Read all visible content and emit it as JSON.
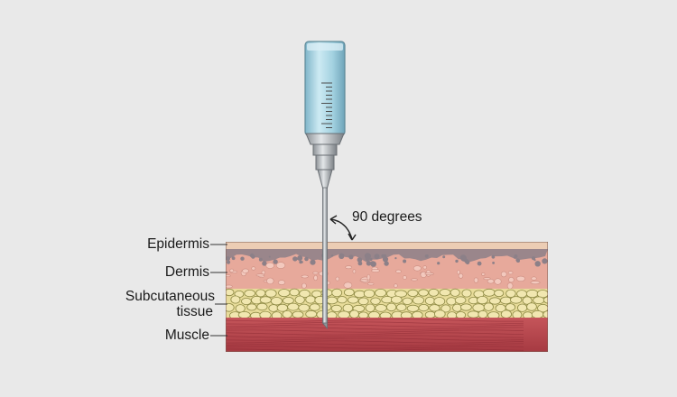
{
  "angle_label": "90 degrees",
  "layers": {
    "epidermis": "Epidermis",
    "dermis": "Dermis",
    "subcutaneous_line1": "Subcutaneous",
    "subcutaneous_line2": "tissue",
    "muscle": "Muscle"
  },
  "colors": {
    "background": "#e9e9e9",
    "epidermis": "#eccdb4",
    "dermis": "#e7a99b",
    "dermis_pigment": "#8c8088",
    "fat": "#e8dc9a",
    "fat_cell_outline": "#8e8a45",
    "muscle": "#b9434a",
    "syringe_barrel": "#a9d6e4",
    "needle": "#8f9499"
  },
  "icons": [
    "syringe-icon",
    "needle-icon",
    "angle-arc-icon"
  ]
}
